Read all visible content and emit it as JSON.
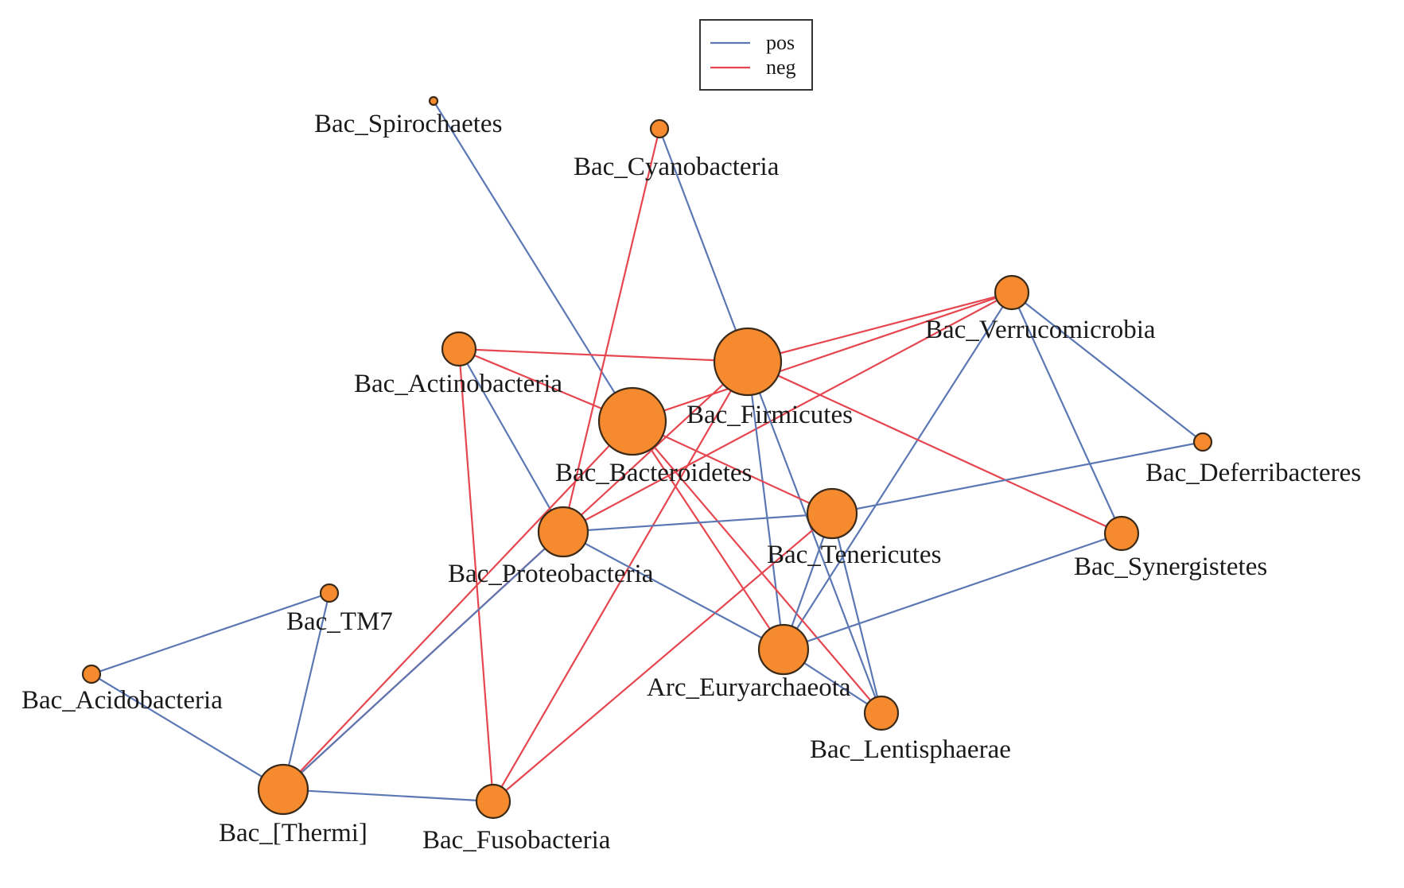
{
  "colors": {
    "pos": "#5b78b4",
    "neg": "#e5464f",
    "node_fill": "#f58a2e",
    "node_stroke": "#3a2a1a"
  },
  "legend": {
    "items": [
      {
        "key": "pos",
        "label": "pos"
      },
      {
        "key": "neg",
        "label": "neg"
      }
    ]
  },
  "nodes": [
    {
      "id": "spirochaetes",
      "label": "Bac_Spirochaetes",
      "size": "tiny"
    },
    {
      "id": "cyanobacteria",
      "label": "Bac_Cyanobacteria",
      "size": "small"
    },
    {
      "id": "verrucomicrobia",
      "label": "Bac_Verrucomicrobia",
      "size": "medium"
    },
    {
      "id": "actinobacteria",
      "label": "Bac_Actinobacteria",
      "size": "medium"
    },
    {
      "id": "firmicutes",
      "label": "Bac_Firmicutes",
      "size": "xlarge"
    },
    {
      "id": "bacteroidetes",
      "label": "Bac_Bacteroidetes",
      "size": "xlarge"
    },
    {
      "id": "deferribacteres",
      "label": "Bac_Deferribacteres",
      "size": "small"
    },
    {
      "id": "tenericutes",
      "label": "Bac_Tenericutes",
      "size": "large"
    },
    {
      "id": "proteobacteria",
      "label": "Bac_Proteobacteria",
      "size": "large"
    },
    {
      "id": "synergistetes",
      "label": "Bac_Synergistetes",
      "size": "medium"
    },
    {
      "id": "tm7",
      "label": "Bac_TM7",
      "size": "small"
    },
    {
      "id": "acidobacteria",
      "label": "Bac_Acidobacteria",
      "size": "small"
    },
    {
      "id": "euryarchaeota",
      "label": "Arc_Euryarchaeota",
      "size": "large"
    },
    {
      "id": "lentisphaerae",
      "label": "Bac_Lentisphaerae",
      "size": "medium"
    },
    {
      "id": "thermi",
      "label": "Bac_[Thermi]",
      "size": "large"
    },
    {
      "id": "fusobacteria",
      "label": "Bac_Fusobacteria",
      "size": "medium"
    }
  ],
  "edges": [
    {
      "source": "spirochaetes",
      "target": "bacteroidetes",
      "sign": "pos"
    },
    {
      "source": "cyanobacteria",
      "target": "firmicutes",
      "sign": "pos"
    },
    {
      "source": "cyanobacteria",
      "target": "proteobacteria",
      "sign": "neg"
    },
    {
      "source": "actinobacteria",
      "target": "firmicutes",
      "sign": "neg"
    },
    {
      "source": "actinobacteria",
      "target": "bacteroidetes",
      "sign": "neg"
    },
    {
      "source": "actinobacteria",
      "target": "proteobacteria",
      "sign": "pos"
    },
    {
      "source": "actinobacteria",
      "target": "fusobacteria",
      "sign": "neg"
    },
    {
      "source": "verrucomicrobia",
      "target": "firmicutes",
      "sign": "neg"
    },
    {
      "source": "verrucomicrobia",
      "target": "bacteroidetes",
      "sign": "neg"
    },
    {
      "source": "verrucomicrobia",
      "target": "proteobacteria",
      "sign": "neg"
    },
    {
      "source": "verrucomicrobia",
      "target": "deferribacteres",
      "sign": "pos"
    },
    {
      "source": "verrucomicrobia",
      "target": "synergistetes",
      "sign": "pos"
    },
    {
      "source": "verrucomicrobia",
      "target": "euryarchaeota",
      "sign": "pos"
    },
    {
      "source": "firmicutes",
      "target": "synergistetes",
      "sign": "neg"
    },
    {
      "source": "firmicutes",
      "target": "thermi",
      "sign": "neg"
    },
    {
      "source": "firmicutes",
      "target": "fusobacteria",
      "sign": "neg"
    },
    {
      "source": "firmicutes",
      "target": "lentisphaerae",
      "sign": "pos"
    },
    {
      "source": "firmicutes",
      "target": "euryarchaeota",
      "sign": "pos"
    },
    {
      "source": "bacteroidetes",
      "target": "tenericutes",
      "sign": "neg"
    },
    {
      "source": "bacteroidetes",
      "target": "euryarchaeota",
      "sign": "neg"
    },
    {
      "source": "bacteroidetes",
      "target": "lentisphaerae",
      "sign": "neg"
    },
    {
      "source": "bacteroidetes",
      "target": "thermi",
      "sign": "neg"
    },
    {
      "source": "tenericutes",
      "target": "proteobacteria",
      "sign": "pos"
    },
    {
      "source": "tenericutes",
      "target": "deferribacteres",
      "sign": "pos"
    },
    {
      "source": "tenericutes",
      "target": "euryarchaeota",
      "sign": "pos"
    },
    {
      "source": "tenericutes",
      "target": "lentisphaerae",
      "sign": "pos"
    },
    {
      "source": "tenericutes",
      "target": "fusobacteria",
      "sign": "neg"
    },
    {
      "source": "proteobacteria",
      "target": "euryarchaeota",
      "sign": "pos"
    },
    {
      "source": "proteobacteria",
      "target": "thermi",
      "sign": "pos"
    },
    {
      "source": "synergistetes",
      "target": "euryarchaeota",
      "sign": "pos"
    },
    {
      "source": "euryarchaeota",
      "target": "lentisphaerae",
      "sign": "pos"
    },
    {
      "source": "tm7",
      "target": "acidobacteria",
      "sign": "pos"
    },
    {
      "source": "tm7",
      "target": "thermi",
      "sign": "pos"
    },
    {
      "source": "acidobacteria",
      "target": "thermi",
      "sign": "pos"
    },
    {
      "source": "thermi",
      "target": "fusobacteria",
      "sign": "pos"
    }
  ]
}
